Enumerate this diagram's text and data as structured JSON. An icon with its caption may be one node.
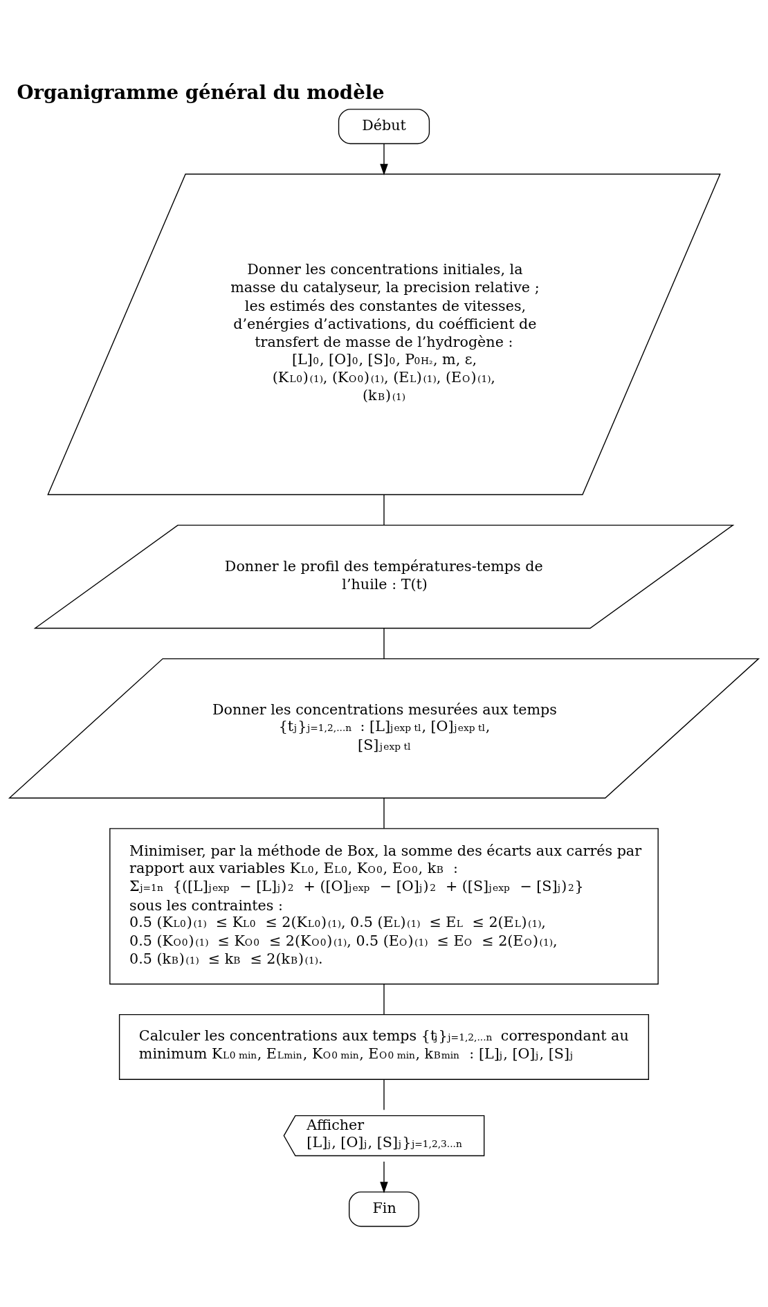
{
  "diagram": {
    "title": "Organigramme général du modèle",
    "nodes": [
      {
        "text": [
          "Début"
        ]
      },
      {
        "text": [
          "Donner les concentrations initiales, la masse du catalyseur, la precision relative ; les estimés des constantes de vitesses, d’enérgies d’activations, du coéfficient de transfert de masse de l’hydrogène :",
          "[L]$_{0}$, [O]$_{0}$, [S]$_{0}$, P$^{0}$$_{H₂}$, m, ε,",
          "(K$_{L}$$^{0}$)$^{(1)}$, (K$_{O}$$^{0}$)$^{(1)}$, (E$_{L}$)$^{(1)}$, (E$_{O}$)$^{(1)}$, (k$_{B}$)$^{(1)}$"
        ]
      },
      {
        "text": [
          "Donner le profil des températures-temps de l’huile : T(t)"
        ]
      },
      {
        "text": [
          "Donner les concentrations mesurées aux temps {t$_{j}$}$_{j=1,2,...n}$ : [L]$_{j}$$^{exp tl}$, [O]$_{j}$$^{exp tl}$, [S]$_{j}$$^{exp tl}$"
        ]
      },
      {
        "text": [
          "Minimiser, par la méthode de Box, la somme des écarts aux carrés par rapport aux variables K$_{L}$$^{0}$, E$_{L}$$^{0}$, K$_{O}$$^{0}$, E$_{O}$$^{0}$, k$_{B}$ :",
          "Σ$_{j=1}$$^{n}$ {([L]$_{j}$$^{exp}$ − [L]$_{j}$)$^{2}$ + ([O]$_{j}$$^{exp}$ − [O]$_{j}$)$^{2}$ + ([S]$_{j}$$^{exp}$ − [S]$_{j}$)$^{2}$}",
          "sous les contraintes :",
          "0.5 (K$_{L}$$^{0}$)$^{(1)}$ ≤ K$_{L}$$^{0}$ ≤ 2(K$_{L}$$^{0}$)$^{(1)}$, 0.5 (E$_{L}$)$^{(1)}$ ≤ E$_{L}$ ≤ 2(E$_{L}$)$^{(1)}$,",
          "0.5 (K$_{O}$$^{0}$)$^{(1)}$ ≤ K$_{O}$$^{0}$ ≤ 2(K$_{O}$$^{0}$)$^{(1)}$, 0.5 (E$_{O}$)$^{(1)}$ ≤ E$_{O}$ ≤ 2(E$_{O}$)$^{(1)}$,",
          "0.5 (k$_{B}$)$^{(1)}$ ≤ k$_{B}$ ≤ 2(k$_{B}$)$^{(1)}$."
        ]
      },
      {
        "text": [
          "Calculer les concentrations aux temps {t$_{j}$}$_{j=1,2,...n}$ correspondant au minimum K$_{L}$$^{0 min}$, E$_{L}$$^{min}$, K$_{O}$$^{0 min}$, E$_{O}$$^{0 min}$, k$_{B}$$^{min}$ : [L]$_{j}$, [O]$_{j}$, [S]$_{j}$"
        ]
      },
      {
        "text": [
          "Afficher",
          "[L]$_{j}$, [O]$_{j}$, [S]$_{j}$}$_{j=1,2,3...n}$"
        ]
      },
      {
        "text": [
          "Fin"
        ]
      }
    ],
    "edges": [
      {
        "from": 0,
        "to": 1,
        "arrow": "to"
      },
      {
        "from": 1,
        "to": 2,
        "arrow": "none"
      },
      {
        "from": 2,
        "to": 3,
        "arrow": "none"
      },
      {
        "from": 3,
        "to": 4,
        "arrow": "none"
      },
      {
        "from": 4,
        "to": 5,
        "arrow": "none"
      },
      {
        "from": 5,
        "to": 6,
        "arrow": "none"
      },
      {
        "from": 6,
        "to": 7,
        "arrow": "to"
      }
    ]
  }
}
